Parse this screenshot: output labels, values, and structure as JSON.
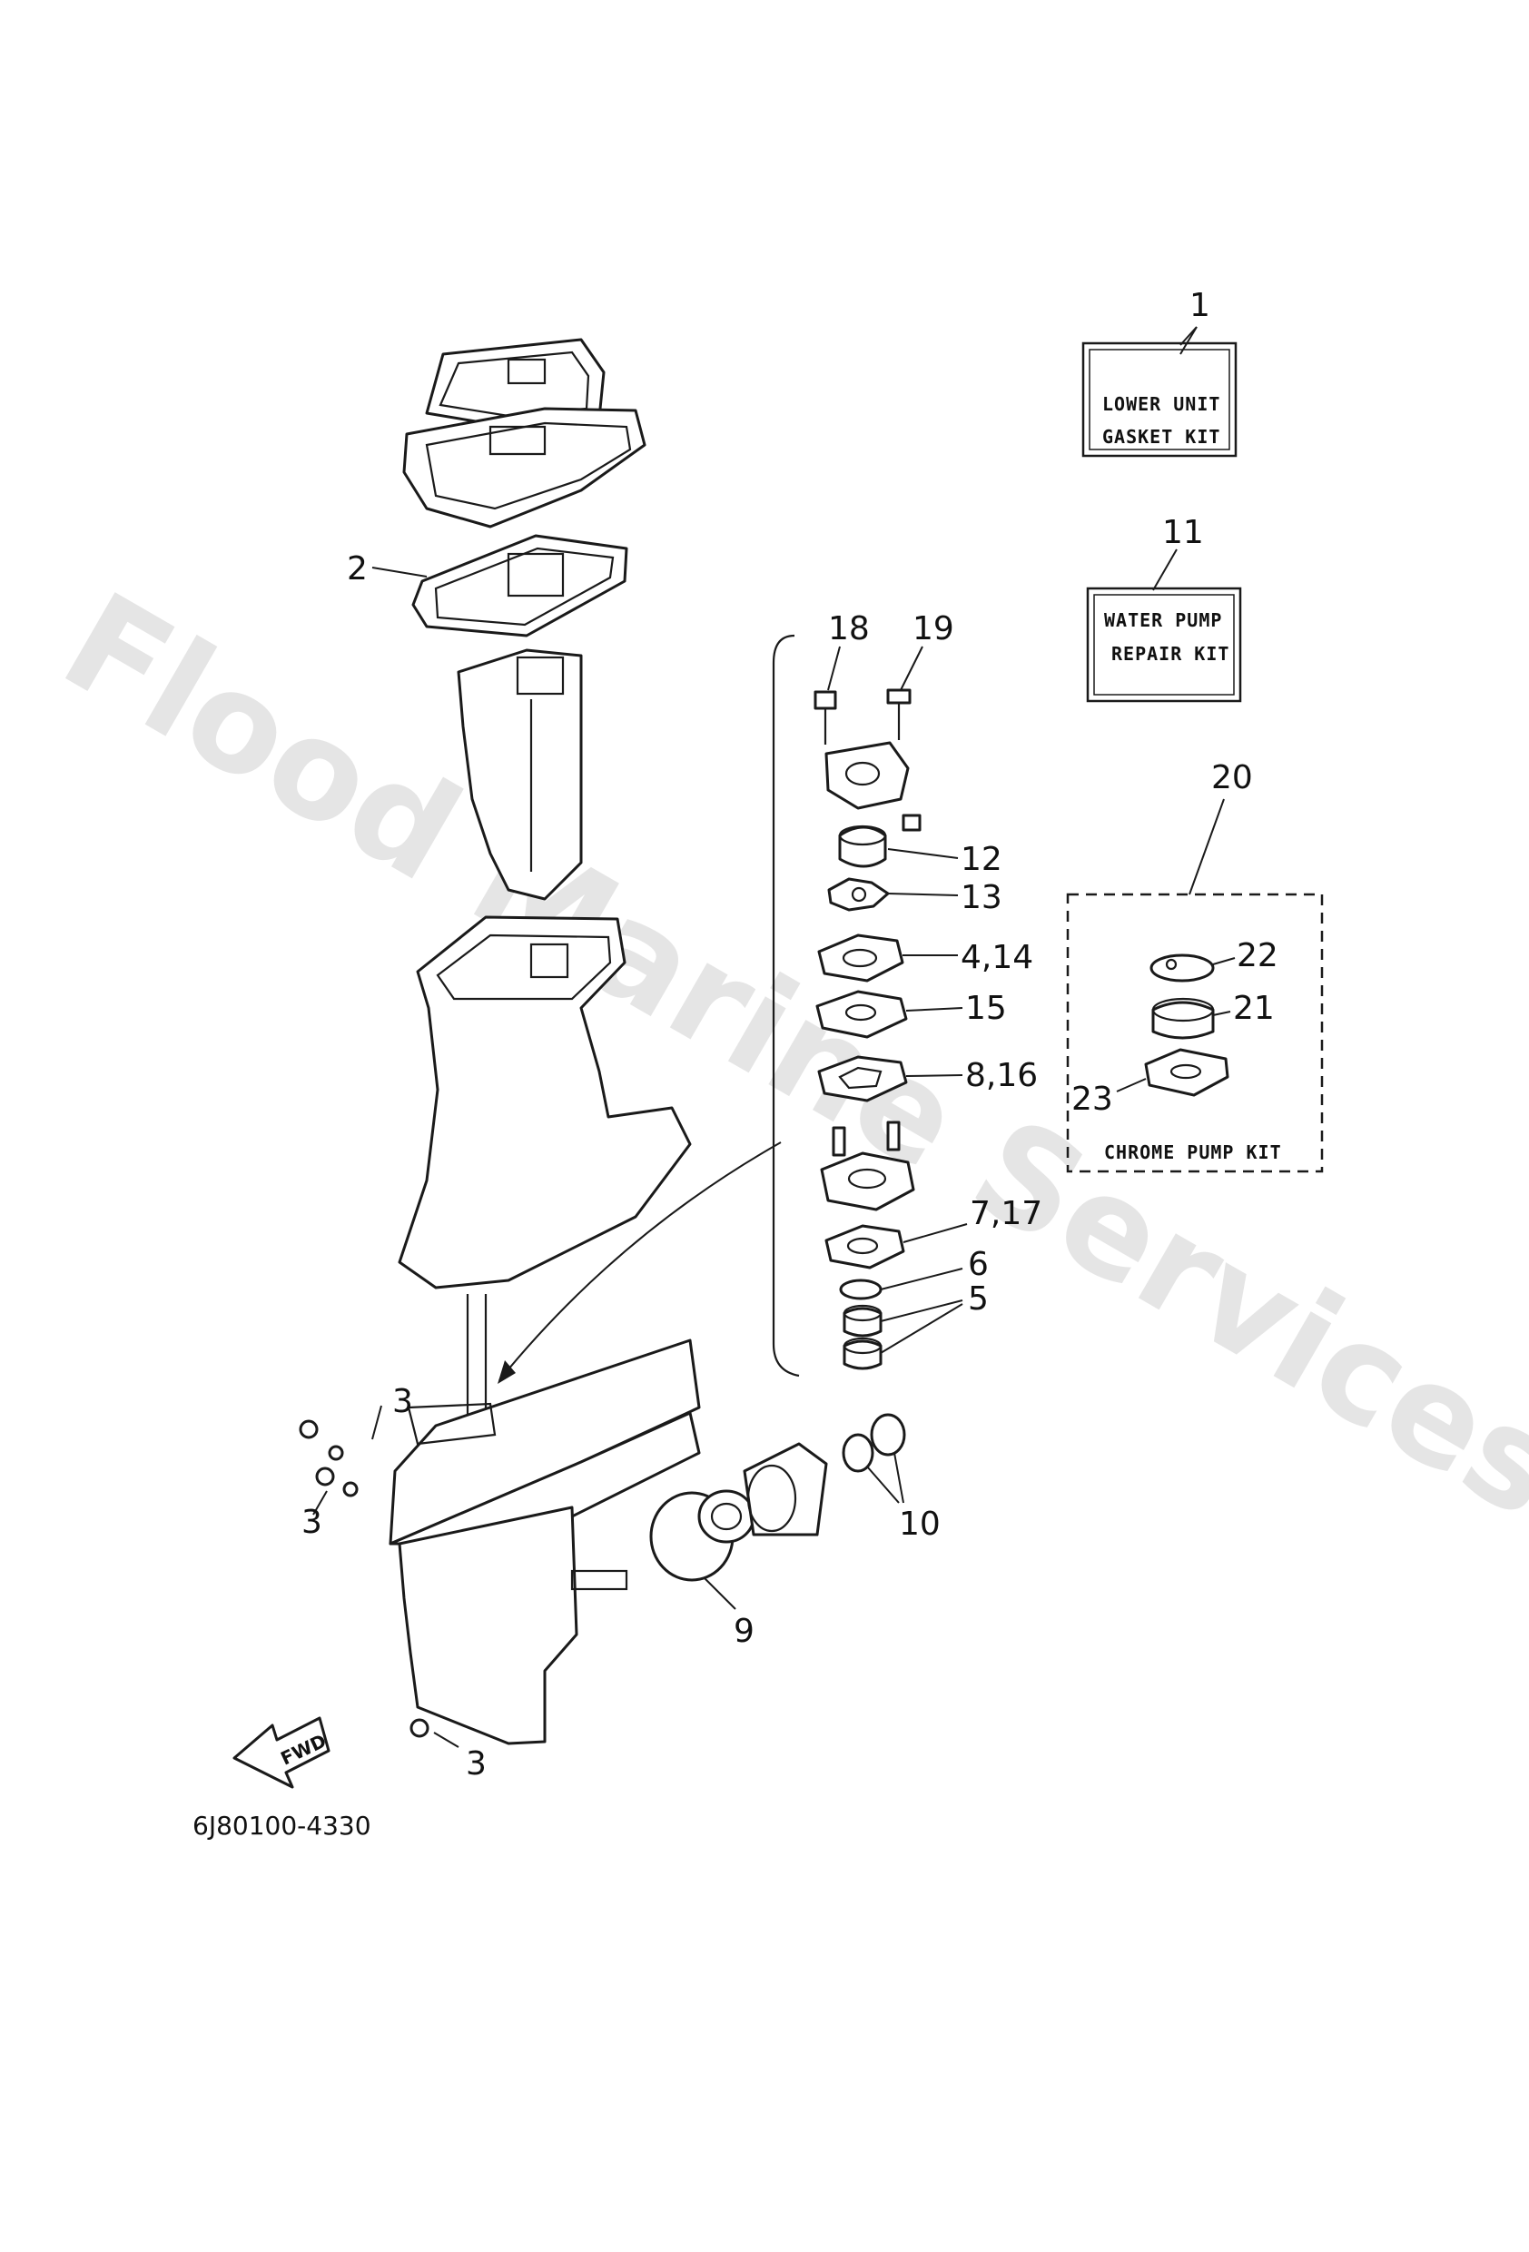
{
  "watermark": "Flood Marine Services",
  "diagram_code": "6J80100-4330",
  "fwd_label": "FWD",
  "kits": {
    "lower_unit": {
      "number": "1",
      "line1": "LOWER UNIT",
      "line2": "GASKET KIT"
    },
    "water_pump": {
      "number": "11",
      "line1": "WATER PUMP",
      "line2": "REPAIR KIT"
    },
    "chrome_pump": {
      "number": "20",
      "label": "CHROME PUMP KIT"
    }
  },
  "callouts": {
    "c2": "2",
    "c18": "18",
    "c19": "19",
    "c12": "12",
    "c13": "13",
    "c4_14": "4,14",
    "c15": "15",
    "c8_16": "8,16",
    "c7_17": "7,17",
    "c6": "6",
    "c5": "5",
    "c22": "22",
    "c21": "21",
    "c23": "23",
    "c3a": "3",
    "c3b": "3",
    "c3c": "3",
    "c10": "10",
    "c9": "9"
  }
}
